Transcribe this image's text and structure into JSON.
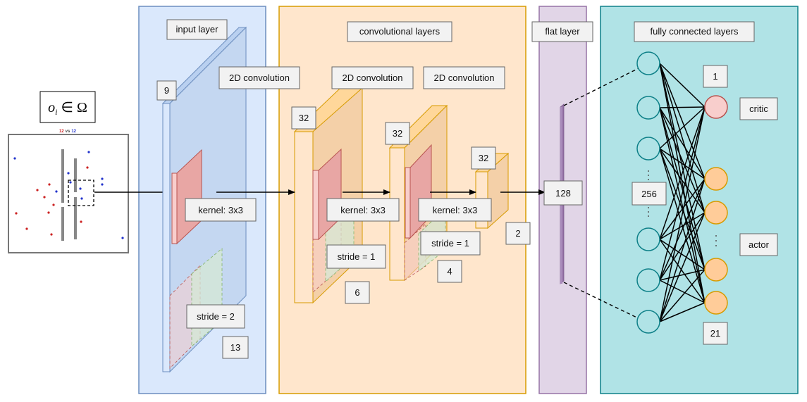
{
  "observation": {
    "formula_prefix": "o",
    "formula_sub": "i",
    "formula_suffix": " ∈ Ω",
    "score_left": "12",
    "score_vs": "vs",
    "score_right": "12",
    "colors": {
      "red": "#cc2222",
      "blue": "#2233cc"
    }
  },
  "sections": {
    "input": "input layer",
    "conv": "convolutional layers",
    "flat": "flat layer",
    "fc": "fully connected layers"
  },
  "ops": {
    "conv1": "2D convolution",
    "conv2": "2D convolution",
    "conv3": "2D convolution"
  },
  "input_layer": {
    "channels": "9",
    "kernel": "kernel: 3x3",
    "stride": "stride = 2",
    "size": "13"
  },
  "conv_a": {
    "channels": "32",
    "kernel": "kernel: 3x3",
    "stride": "stride = 1",
    "size": "6"
  },
  "conv_b": {
    "channels": "32",
    "kernel": "kernel: 3x3",
    "stride": "stride = 1",
    "size": "4"
  },
  "conv_c": {
    "channels": "32",
    "size": "2"
  },
  "flat": {
    "size": "128"
  },
  "fc": {
    "hidden": "256",
    "critic_count": "1",
    "critic": "critic",
    "actor": "actor",
    "actor_count": "21"
  },
  "colors": {
    "input_bg": "#dae8fc",
    "input_border": "#6c8ebf",
    "conv_bg": "#ffe6cc",
    "conv_border": "#d79b00",
    "flat_bg": "#e1d5e7",
    "flat_border": "#9673a6",
    "fc_bg": "#b0e3e6",
    "fc_border": "#0e8088",
    "kernel": "#f8cecc",
    "stride": "#d5e8d4",
    "critic_node": "#f8cecc",
    "actor_node": "#ffcc99"
  }
}
